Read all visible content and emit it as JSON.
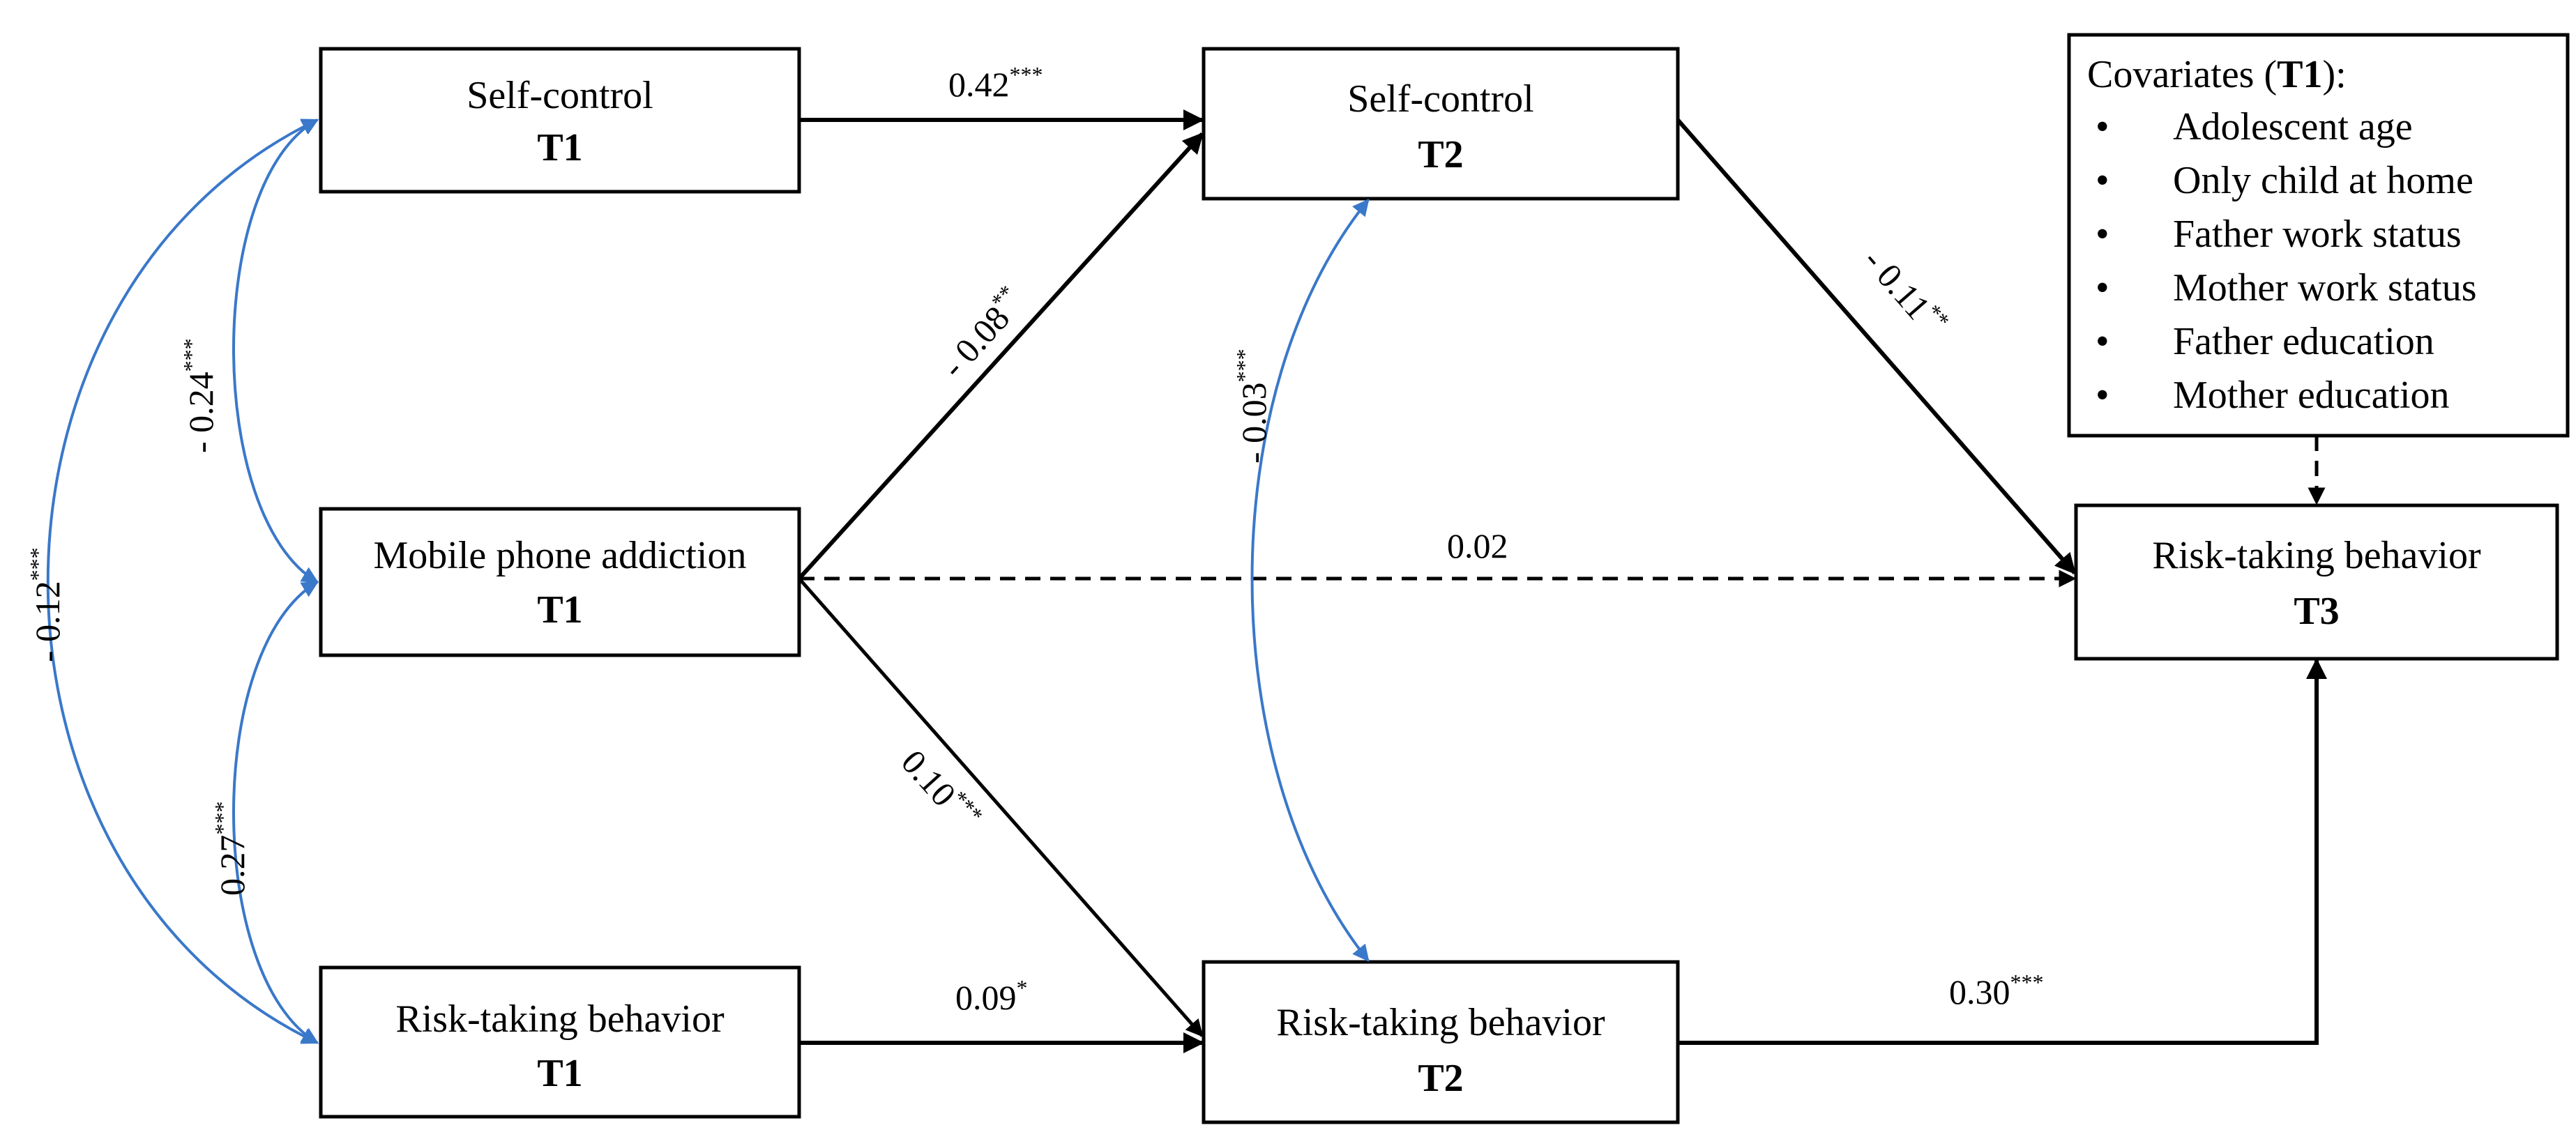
{
  "colors": {
    "paths": "#000000",
    "covariances": "#3a78c9"
  },
  "nodes": {
    "self_control_t1": {
      "label": "Self-control",
      "time": "T1"
    },
    "self_control_t2": {
      "label": "Self-control",
      "time": "T2"
    },
    "mpa_t1": {
      "label": "Mobile phone addiction",
      "time": "T1"
    },
    "risk_t1": {
      "label": "Risk-taking behavior",
      "time": "T1"
    },
    "risk_t2": {
      "label": "Risk-taking behavior",
      "time": "T2"
    },
    "risk_t3": {
      "label": "Risk-taking behavior",
      "time": "T3"
    }
  },
  "covariates": {
    "title_prefix": "Covariates (",
    "title_time": "T1",
    "title_suffix": "):",
    "bullet": "•",
    "items": [
      "Adolescent age",
      "Only child at home",
      "Father work status",
      "Mother work status",
      "Father education",
      "Mother education"
    ]
  },
  "coefficients": {
    "sc1_sc2": {
      "value": "0.42",
      "stars": "***"
    },
    "mpa_sc2": {
      "value": "- 0.08",
      "stars": "**"
    },
    "sc2_rt3": {
      "value": "- 0.11",
      "stars": "**"
    },
    "mpa_rt3": {
      "value": "0.02",
      "stars": ""
    },
    "mpa_rt2": {
      "value": "0.10",
      "stars": "***"
    },
    "rt1_rt2": {
      "value": "0.09",
      "stars": "*"
    },
    "rt2_rt3": {
      "value": "0.30",
      "stars": "***"
    },
    "cov_sc1_mpa": {
      "value": "- 0.24",
      "stars": "***"
    },
    "cov_mpa_rt1": {
      "value": "0.27",
      "stars": "***"
    },
    "cov_sc1_rt1": {
      "value": "- 0.12",
      "stars": "***"
    },
    "cov_sc2_rt2": {
      "value": "- 0.03",
      "stars": "***"
    }
  }
}
